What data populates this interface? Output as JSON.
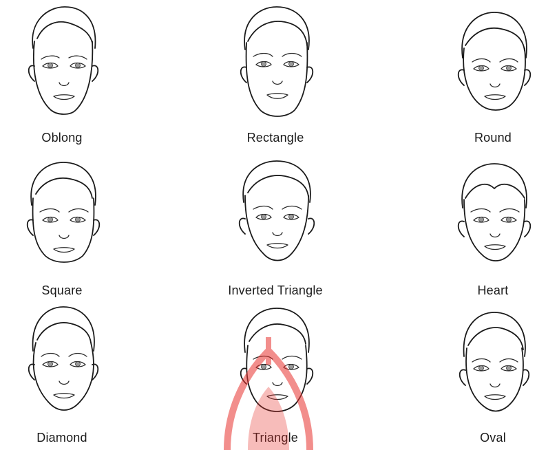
{
  "faces": [
    {
      "label": "Oblong"
    },
    {
      "label": "Rectangle"
    },
    {
      "label": "Round"
    },
    {
      "label": "Square"
    },
    {
      "label": "Inverted Triangle"
    },
    {
      "label": "Heart"
    },
    {
      "label": "Diamond"
    },
    {
      "label": "Triangle"
    },
    {
      "label": "Oval"
    }
  ],
  "colors": {
    "line": "#1b1b1b",
    "watermark": "#e8332f"
  }
}
